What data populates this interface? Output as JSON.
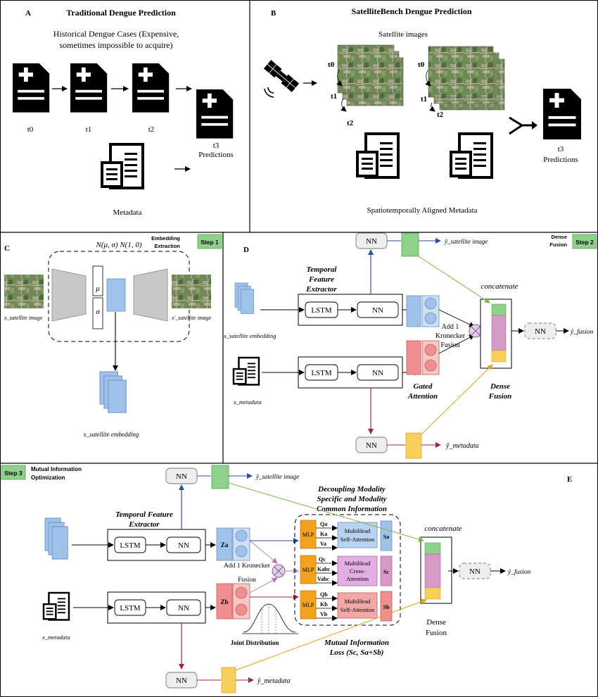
{
  "panelA": {
    "letter": "A",
    "title": "Traditional Dengue Prediction",
    "cases_line1": "Historical Dengue Cases (Expensive,",
    "cases_line2": "sometimes impossible to acquire)",
    "t0": "t0",
    "t1": "t1",
    "t2": "t2",
    "t3": "t3",
    "predictions": "Predictions",
    "metadata": "Metadata"
  },
  "panelB": {
    "letter": "B",
    "title": "SatelliteBench Dengue Prediction",
    "satellite_images": "Satellite images",
    "t0": "t0",
    "t1": "t1",
    "t2": "t2",
    "t3": "t3",
    "predictions": "Predictions",
    "aligned": "Spatiotemporally Aligned Metadata"
  },
  "panelC": {
    "letter": "C",
    "step": "Step 1",
    "step_title_1": "Embedding",
    "step_title_2": "Extraction",
    "dist": "N(μ, σ) N(1, 0)",
    "mu": "μ",
    "sigma": "σ",
    "x_sat_image": "x_satellite image",
    "x_sat_image_prime": "x'_satellite image",
    "x_sat_embedding": "x_satellite embedding"
  },
  "panelD": {
    "letter": "D",
    "step": "Step 2",
    "step_title_1": "Dense",
    "step_title_2": "Fusion",
    "temporal_1": "Temporal",
    "temporal_2": "Feature",
    "temporal_3": "Extractor",
    "lstm": "LSTM",
    "nn": "NN",
    "y_sat": "ŷ_satellite image",
    "y_meta": "ŷ_metadata",
    "y_fusion": "ŷ_fusion",
    "concatenate": "concatenate",
    "kron_1": "Add 1",
    "kron_2": "Kronecker",
    "kron_3": "Fusion",
    "gated_1": "Gated",
    "gated_2": "Attention",
    "dense_1": "Dense",
    "dense_2": "Fusion",
    "x_sat_emb": "x_satellite embedding",
    "x_meta": "x_metadata"
  },
  "panelE": {
    "letter": "E",
    "step": "Step 3",
    "step_title_1": "Mutual Information",
    "step_title_2": "Optimization",
    "temporal_1": "Temporal Feature",
    "temporal_2": "Extractor",
    "lstm": "LSTM",
    "nn": "NN",
    "za": "Za",
    "zb": "Zb",
    "kron_1": "Add 1 Kronecker",
    "kron_2": "Fusion",
    "joint": "Joint Distribution",
    "decoupling_1": "Decoupling Modality",
    "decoupling_2": "Specific and Modality",
    "decoupling_3": "Common Information",
    "mlp": "MLP",
    "qa": "Qa",
    "ka": "Ka",
    "va": "Va",
    "qc": "Qc",
    "kabc": "Kabc",
    "vabc": "Vabc",
    "qb": "Qb",
    "kb": "Kb",
    "vb": "Vb",
    "mh_self_1": "MultiHead",
    "mh_self_2": "Self-Attention",
    "mh_cross_1": "MultiHead",
    "mh_cross_2": "Cross-",
    "mh_cross_3": "Attention",
    "sa": "Sa",
    "sc": "Sc",
    "sb": "Sb",
    "mi_1": "Mutual Information",
    "mi_2": "Loss (Sc, Sa+Sb)",
    "concatenate": "concatenate",
    "dense_1": "Dense",
    "dense_2": "Fusion",
    "y_sat": "ŷ_satellite image",
    "y_meta": "ŷ_metadata",
    "y_fusion": "ŷ_fusion",
    "x_meta": "x_metadata"
  },
  "colors": {
    "blue": "#9fc2ea",
    "red": "#ef8f8f",
    "green": "#8fd08a",
    "yellow": "#f7cf5a",
    "pink": "#d69ac6",
    "orange": "#f3a21e",
    "arrow_blue": "#2e4f9e",
    "arrow_red": "#a3243c",
    "arrow_green": "#7fb843",
    "arrow_yellow": "#e0a21f"
  }
}
